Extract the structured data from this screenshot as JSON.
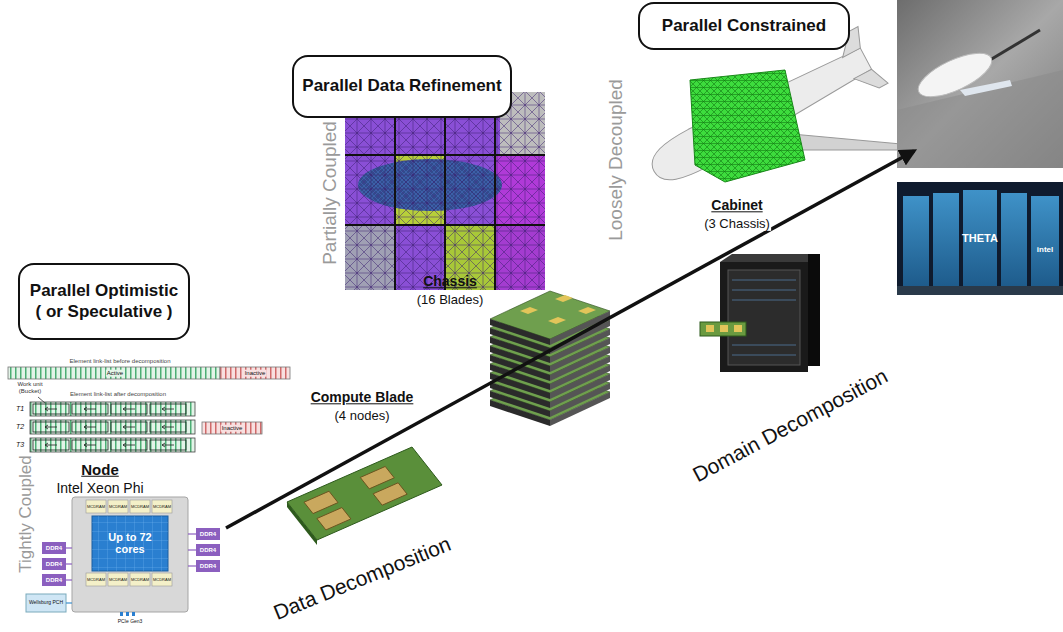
{
  "diagram": {
    "nodes": [
      {
        "text": [
          "Parallel Optimistic ( or Speculative )"
        ]
      },
      {
        "text": [
          "Parallel Data Refinement"
        ]
      },
      {
        "text": [
          "Parallel Constrained"
        ]
      }
    ],
    "labels": [
      "Element link-list before decomposition",
      "Active",
      "Inactive",
      "Work unit (Bucket)",
      "Element link-list after decomposition",
      "T1",
      "T2",
      "T3",
      "Inactive",
      "Node",
      "Intel Xeon Phi",
      "Tightly Coupled",
      "Up to 72 cores",
      "DDR4",
      "DDR4",
      "DDR4",
      "DDR4",
      "DDR4",
      "DDR4",
      "Wellsburg PCH",
      "PCIe Gen3",
      "MCDRAM",
      "MCDRAM",
      "MCDRAM",
      "MCDRAM",
      "MCDRAM",
      "MCDRAM",
      "MCDRAM",
      "MCDRAM",
      "Compute Blade",
      "(4 nodes)",
      "Chassis",
      "(16 Blades)",
      "Partially Coupled",
      "Cabinet",
      "(3 Chassis)",
      "Loosely Decoupled",
      "Data Decomposition",
      "Domain Decomposition",
      "THETA",
      "intel"
    ]
  }
}
